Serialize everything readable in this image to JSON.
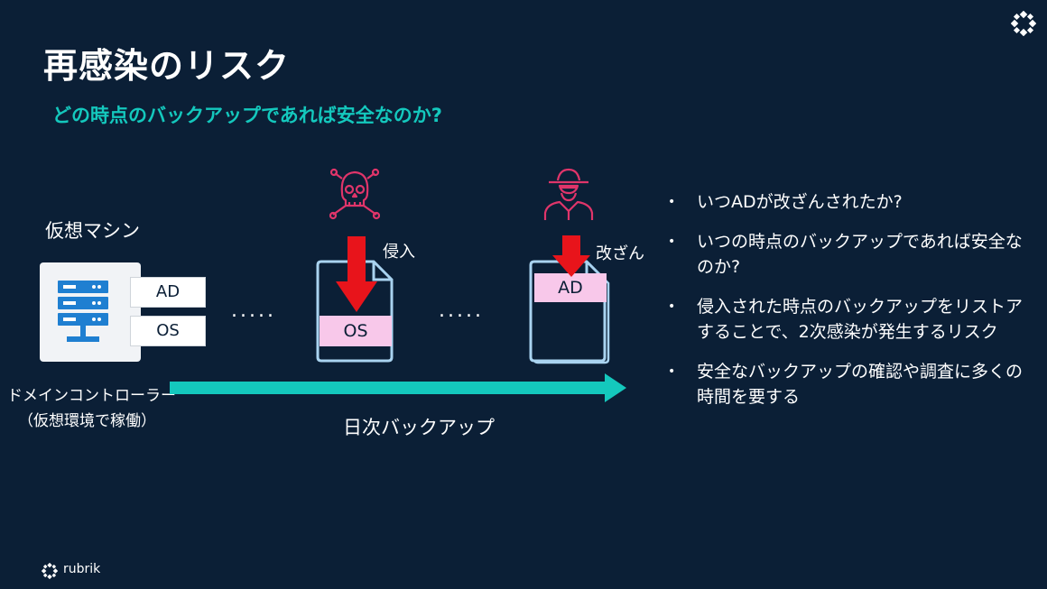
{
  "slide": {
    "title": "再感染のリスク",
    "subtitle": "どの時点のバックアップであれば安全なのか?"
  },
  "diagram": {
    "vm_label": "仮想マシン",
    "server_tags": [
      "AD",
      "OS"
    ],
    "dots": ".....",
    "dc_label_line1": "ドメインコントローラー",
    "dc_label_line2": "（仮想環境で稼働）",
    "timeline_label": "日次バックアップ",
    "backup1": {
      "label": "OS",
      "event": "侵入",
      "icon": "skull-crossbones-icon"
    },
    "backup2": {
      "label": "AD",
      "event": "改ざん",
      "icon": "hacker-icon"
    }
  },
  "bullets": [
    "いつADが改ざんされたか?",
    "いつの時点のバックアップであれば安全なのか?",
    "侵入された時点のバックアップをリストアすることで、2次感染が発生するリスク",
    "安全なバックアップの確認や調査に多くの時間を要する"
  ],
  "bullet_symbol": "•",
  "brand": {
    "name": "rubrik"
  },
  "colors": {
    "background": "#0b1f36",
    "accent_teal": "#14c8bd",
    "alert_red": "#e8141b",
    "threat_pink": "#e0356a",
    "highlight_pink": "#f8c8ea"
  }
}
